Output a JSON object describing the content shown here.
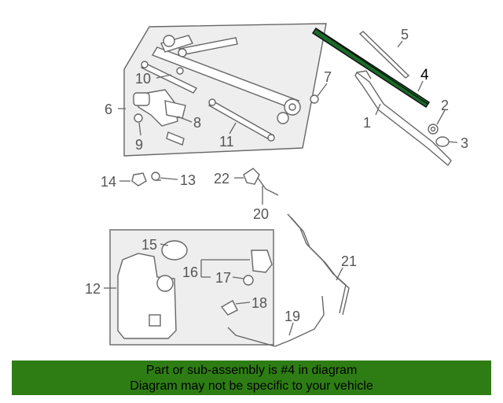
{
  "callouts": [
    "1",
    "2",
    "3",
    "4",
    "5",
    "6",
    "7",
    "8",
    "9",
    "10",
    "11",
    "12",
    "13",
    "14",
    "15",
    "16",
    "17",
    "18",
    "19",
    "20",
    "21",
    "22"
  ],
  "highlight_callout": "4",
  "colors": {
    "banner_bg": "#2e7d14",
    "panel_bg": "#eeeeee",
    "line": "#666666",
    "highlight_part": "#1a6b2a"
  },
  "banner": {
    "line1": "Part or sub-assembly is #4 in diagram",
    "line2": "Diagram may not be specific to your vehicle"
  }
}
